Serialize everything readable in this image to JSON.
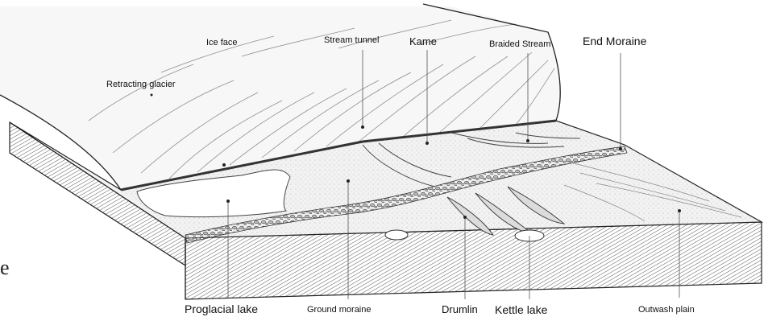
{
  "labels": {
    "ice_face": "Ice face",
    "retracting_glacier": "Retracting glacier",
    "stream_tunnel": "Stream tunnel",
    "kame": "Kame",
    "braided_stream": "Braided Stream",
    "end_moraine": "End Moraine",
    "proglacial_lake": "Proglacial lake",
    "ground_moraine": "Ground moraine",
    "drumlin": "Drumlin",
    "kettle_lake": "Kettle lake",
    "outwash_plain": "Outwash plain"
  },
  "edge_glyph": "e",
  "colors": {
    "ink": "#222222",
    "ice": "#f4f4f4",
    "ground": "#ececec",
    "block_side": "#d9d9d9"
  }
}
